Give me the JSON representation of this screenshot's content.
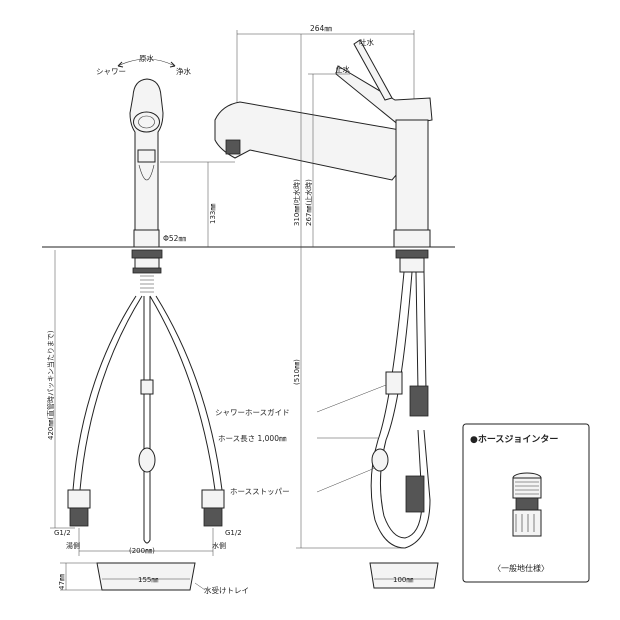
{
  "labels": {
    "source_water": "原水",
    "shower": "シャワー",
    "purified_water": "浄水",
    "spout_water": "吐水",
    "stop_water": "止水",
    "width_264": "264㎜",
    "phi52": "Φ52㎜",
    "h133": "133㎜",
    "h310": "310㎜(吐水時)",
    "h267": "267㎜(止水時)",
    "h510": "(510㎜)",
    "h420": "420㎜(直管時パッキン当たりまで)",
    "shower_hose_guide": "シャワーホースガイド",
    "hose_length": "ホース長さ 1,000㎜",
    "hose_stopper": "ホースストッパー",
    "g12_left": "G1/2",
    "g12_right": "G1/2",
    "hot_side": "湯側",
    "cold_side": "水側",
    "w200": "(200㎜)",
    "w155": "155㎜",
    "w100": "100㎜",
    "h47": "47㎜",
    "water_tray": "水受けトレイ",
    "hose_jointer_title": "●ホースジョインター",
    "general_spec": "〈一般地仕様〉"
  }
}
